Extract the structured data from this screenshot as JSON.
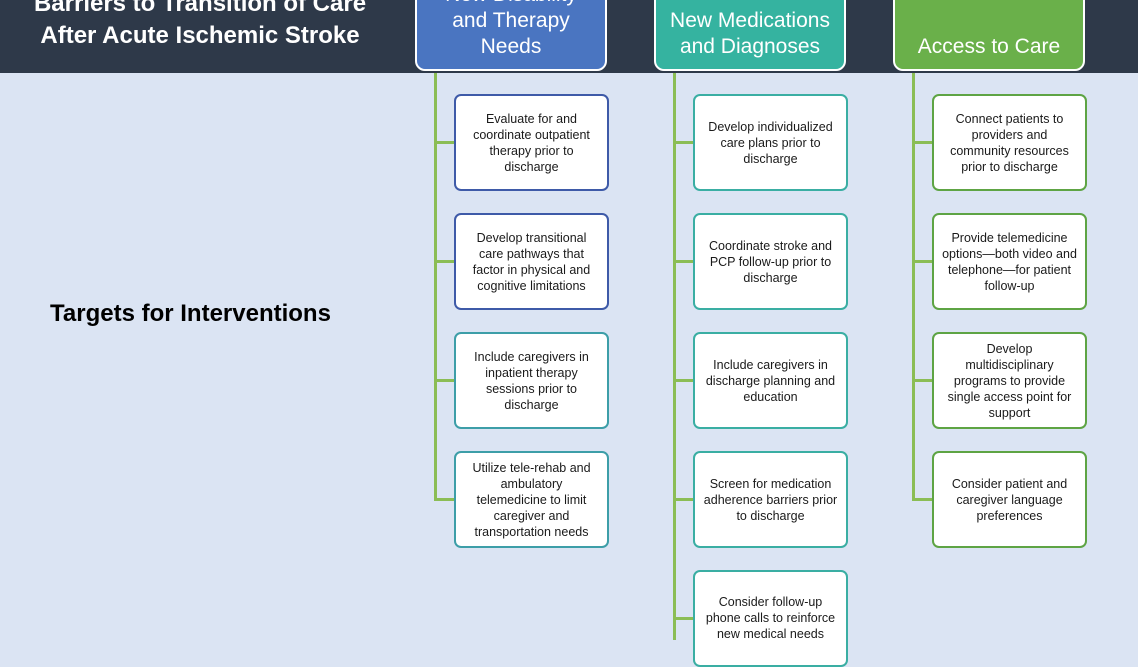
{
  "title": "Barriers to Transition of Care\nAfter Acute Ischemic Stroke",
  "side_label": "Targets for Interventions",
  "columns": [
    {
      "header": "New Disability\nand Therapy\nNeeds",
      "items": [
        "Evaluate for and coordinate outpatient therapy prior to discharge",
        "Develop transitional care pathways that factor in physical and cognitive limitations",
        "Include caregivers in inpatient therapy sessions prior to discharge",
        "Utilize tele-rehab and ambulatory telemedicine to limit caregiver and transportation needs"
      ]
    },
    {
      "header": "New Medications\nand Diagnoses",
      "items": [
        "Develop individualized care plans prior to discharge",
        "Coordinate stroke and PCP follow-up prior to discharge",
        "Include caregivers in discharge planning and education",
        "Screen for medication adherence barriers prior to discharge",
        "Consider follow-up phone calls to reinforce new medical needs"
      ]
    },
    {
      "header": "Access to Care",
      "items": [
        "Connect patients to providers and community resources prior to discharge",
        "Provide telemedicine options—both video and telephone—for patient follow-up",
        "Develop multidisciplinary programs to provide single access point for support",
        "Consider patient and caregiver language preferences"
      ]
    }
  ]
}
